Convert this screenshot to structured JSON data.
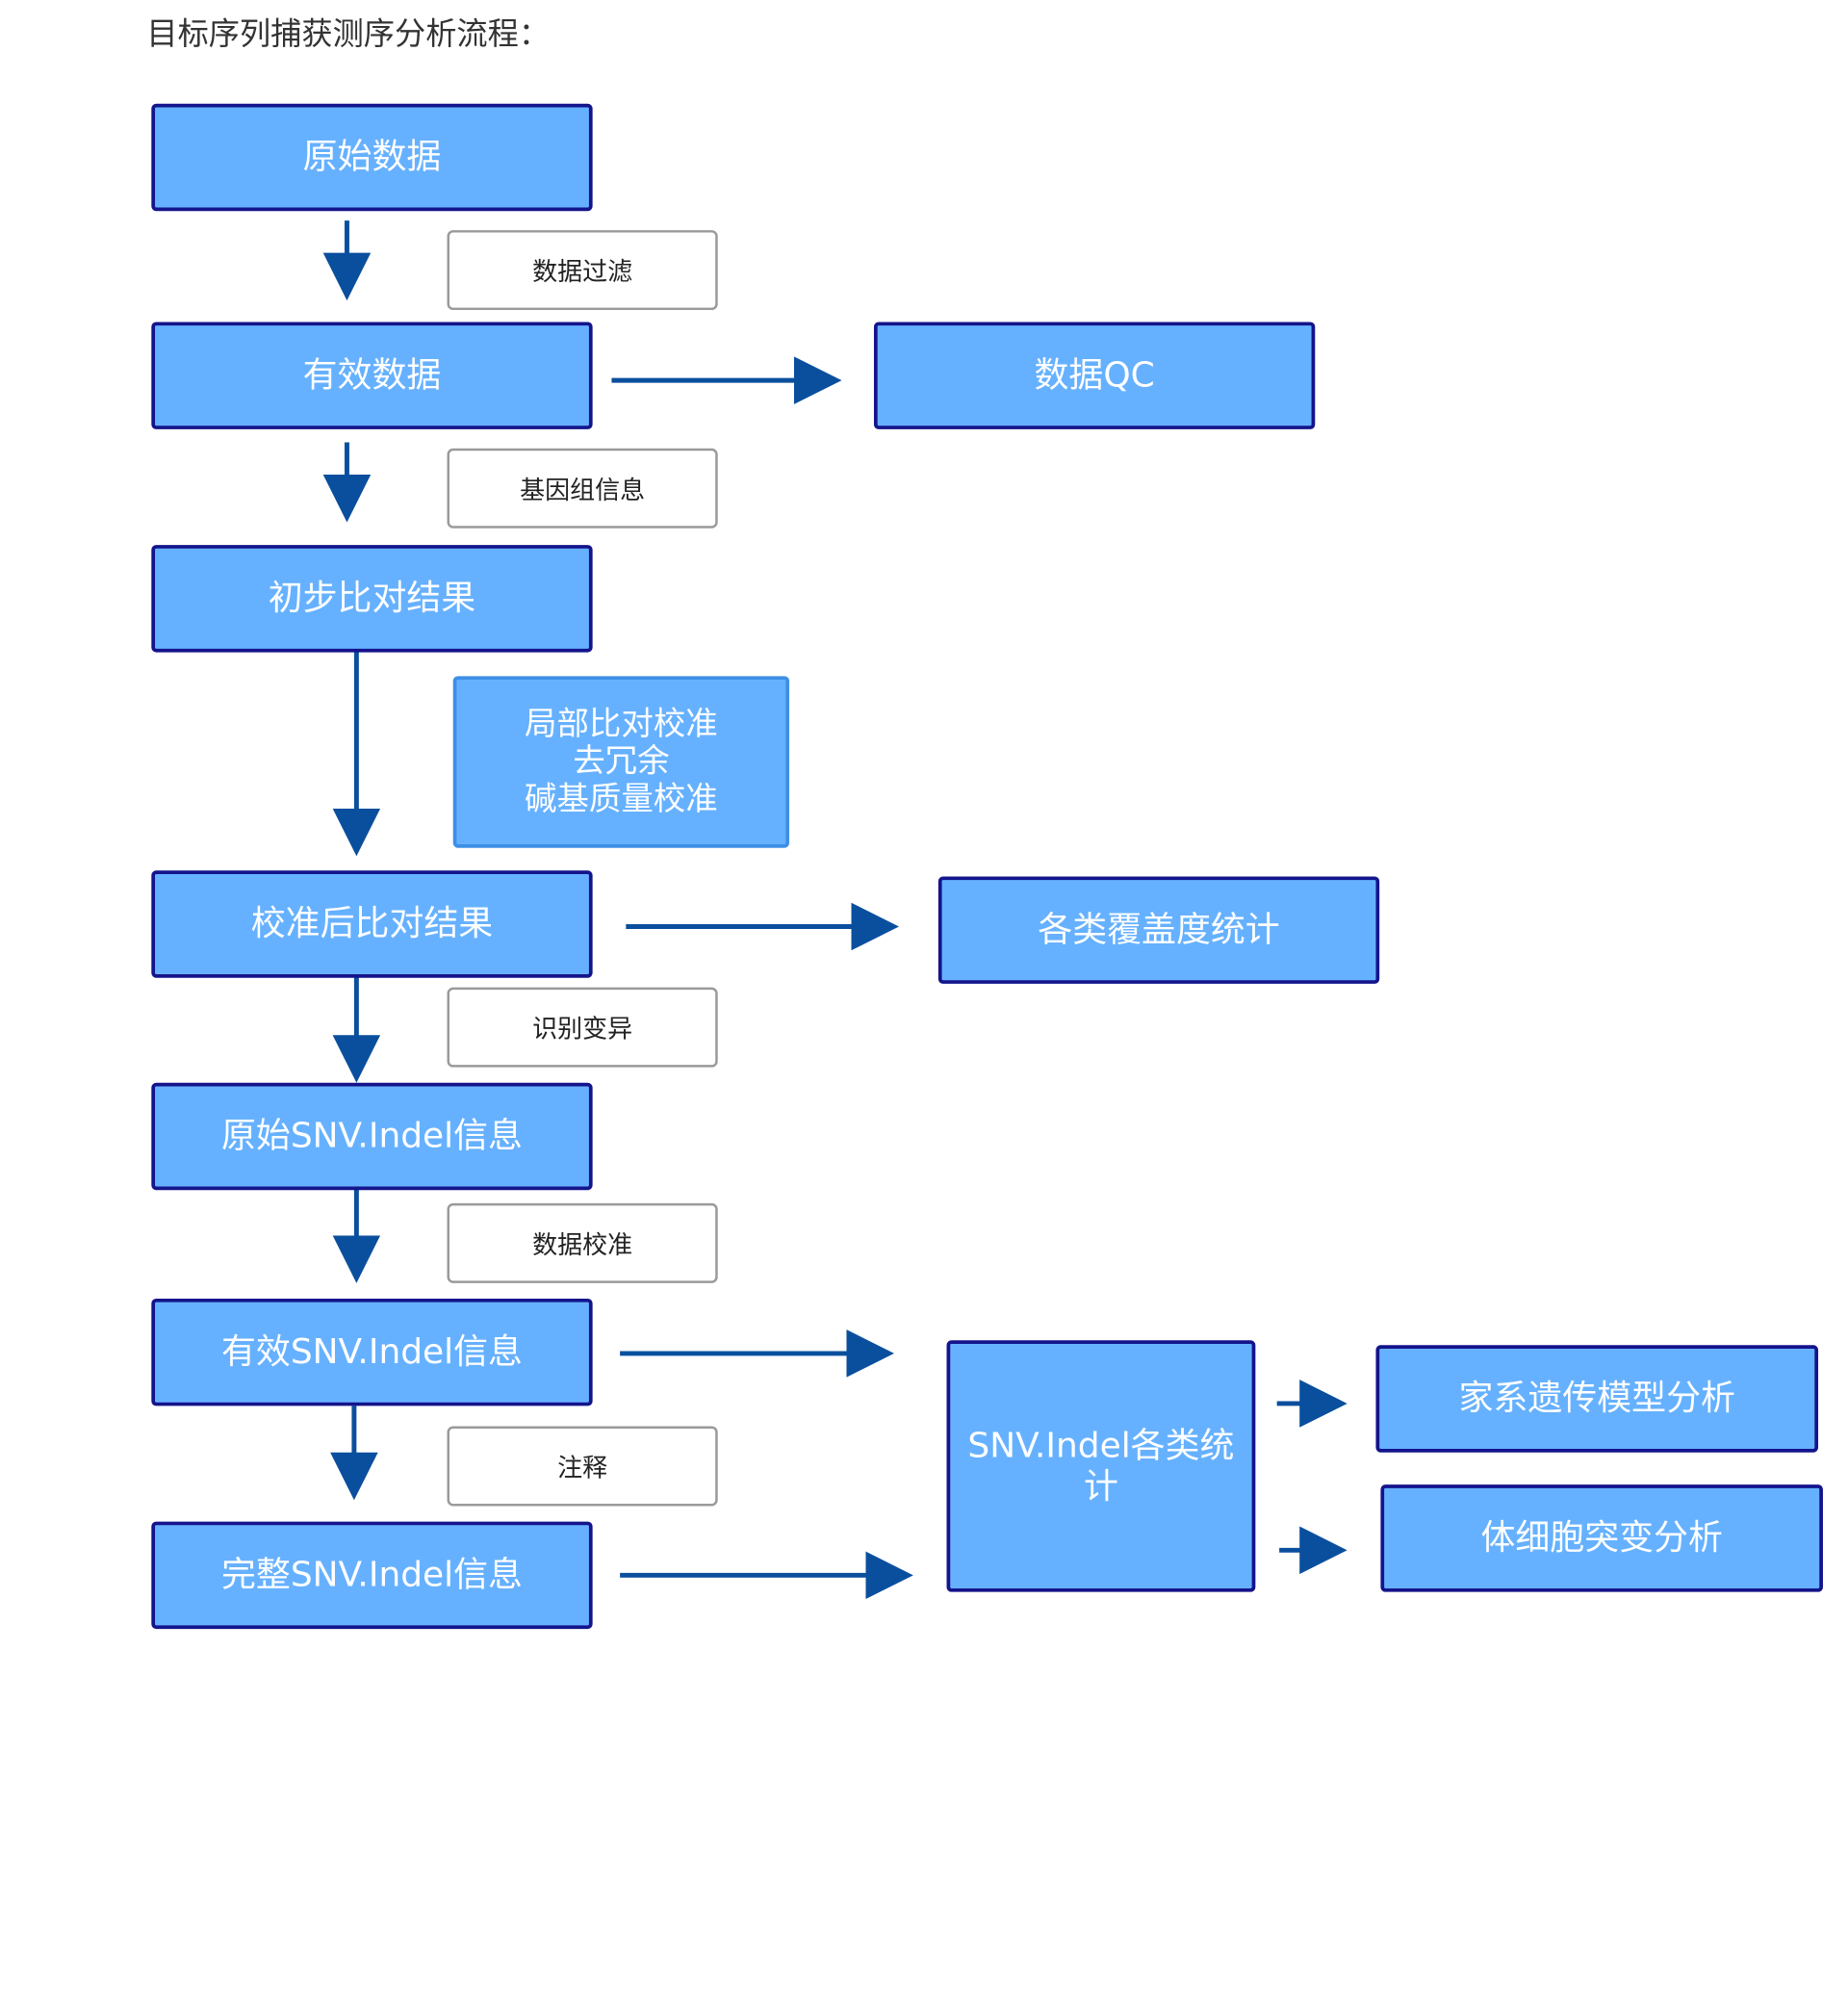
{
  "title": "目标序列捕获测序分析流程：",
  "nodes": {
    "raw_data": "原始数据",
    "valid_data": "有效数据",
    "data_qc": "数据QC",
    "initial_alignment": "初步比对结果",
    "calibration_steps": [
      "局部比对校准",
      "去冗余",
      "碱基质量校准"
    ],
    "calibrated_alignment": "校准后比对结果",
    "coverage_stats": "各类覆盖度统计",
    "raw_snv_indel": "原始SNV.Indel信息",
    "valid_snv_indel": "有效SNV.Indel信息",
    "complete_snv_indel": "完整SNV.Indel信息",
    "snv_indel_stats": "SNV.Indel各类统计",
    "family_model": "家系遗传模型分析",
    "somatic_mutation": "体细胞突变分析"
  },
  "step_labels": {
    "data_filter": "数据过滤",
    "genome_info": "基因组信息",
    "call_variants": "识别变异",
    "data_calibration": "数据校准",
    "annotation": "注释"
  },
  "colors": {
    "node_fill": "#66b1ff",
    "node_border": "#14148c",
    "arrow": "#0a4f9e",
    "label_border": "#9a9a9a"
  }
}
